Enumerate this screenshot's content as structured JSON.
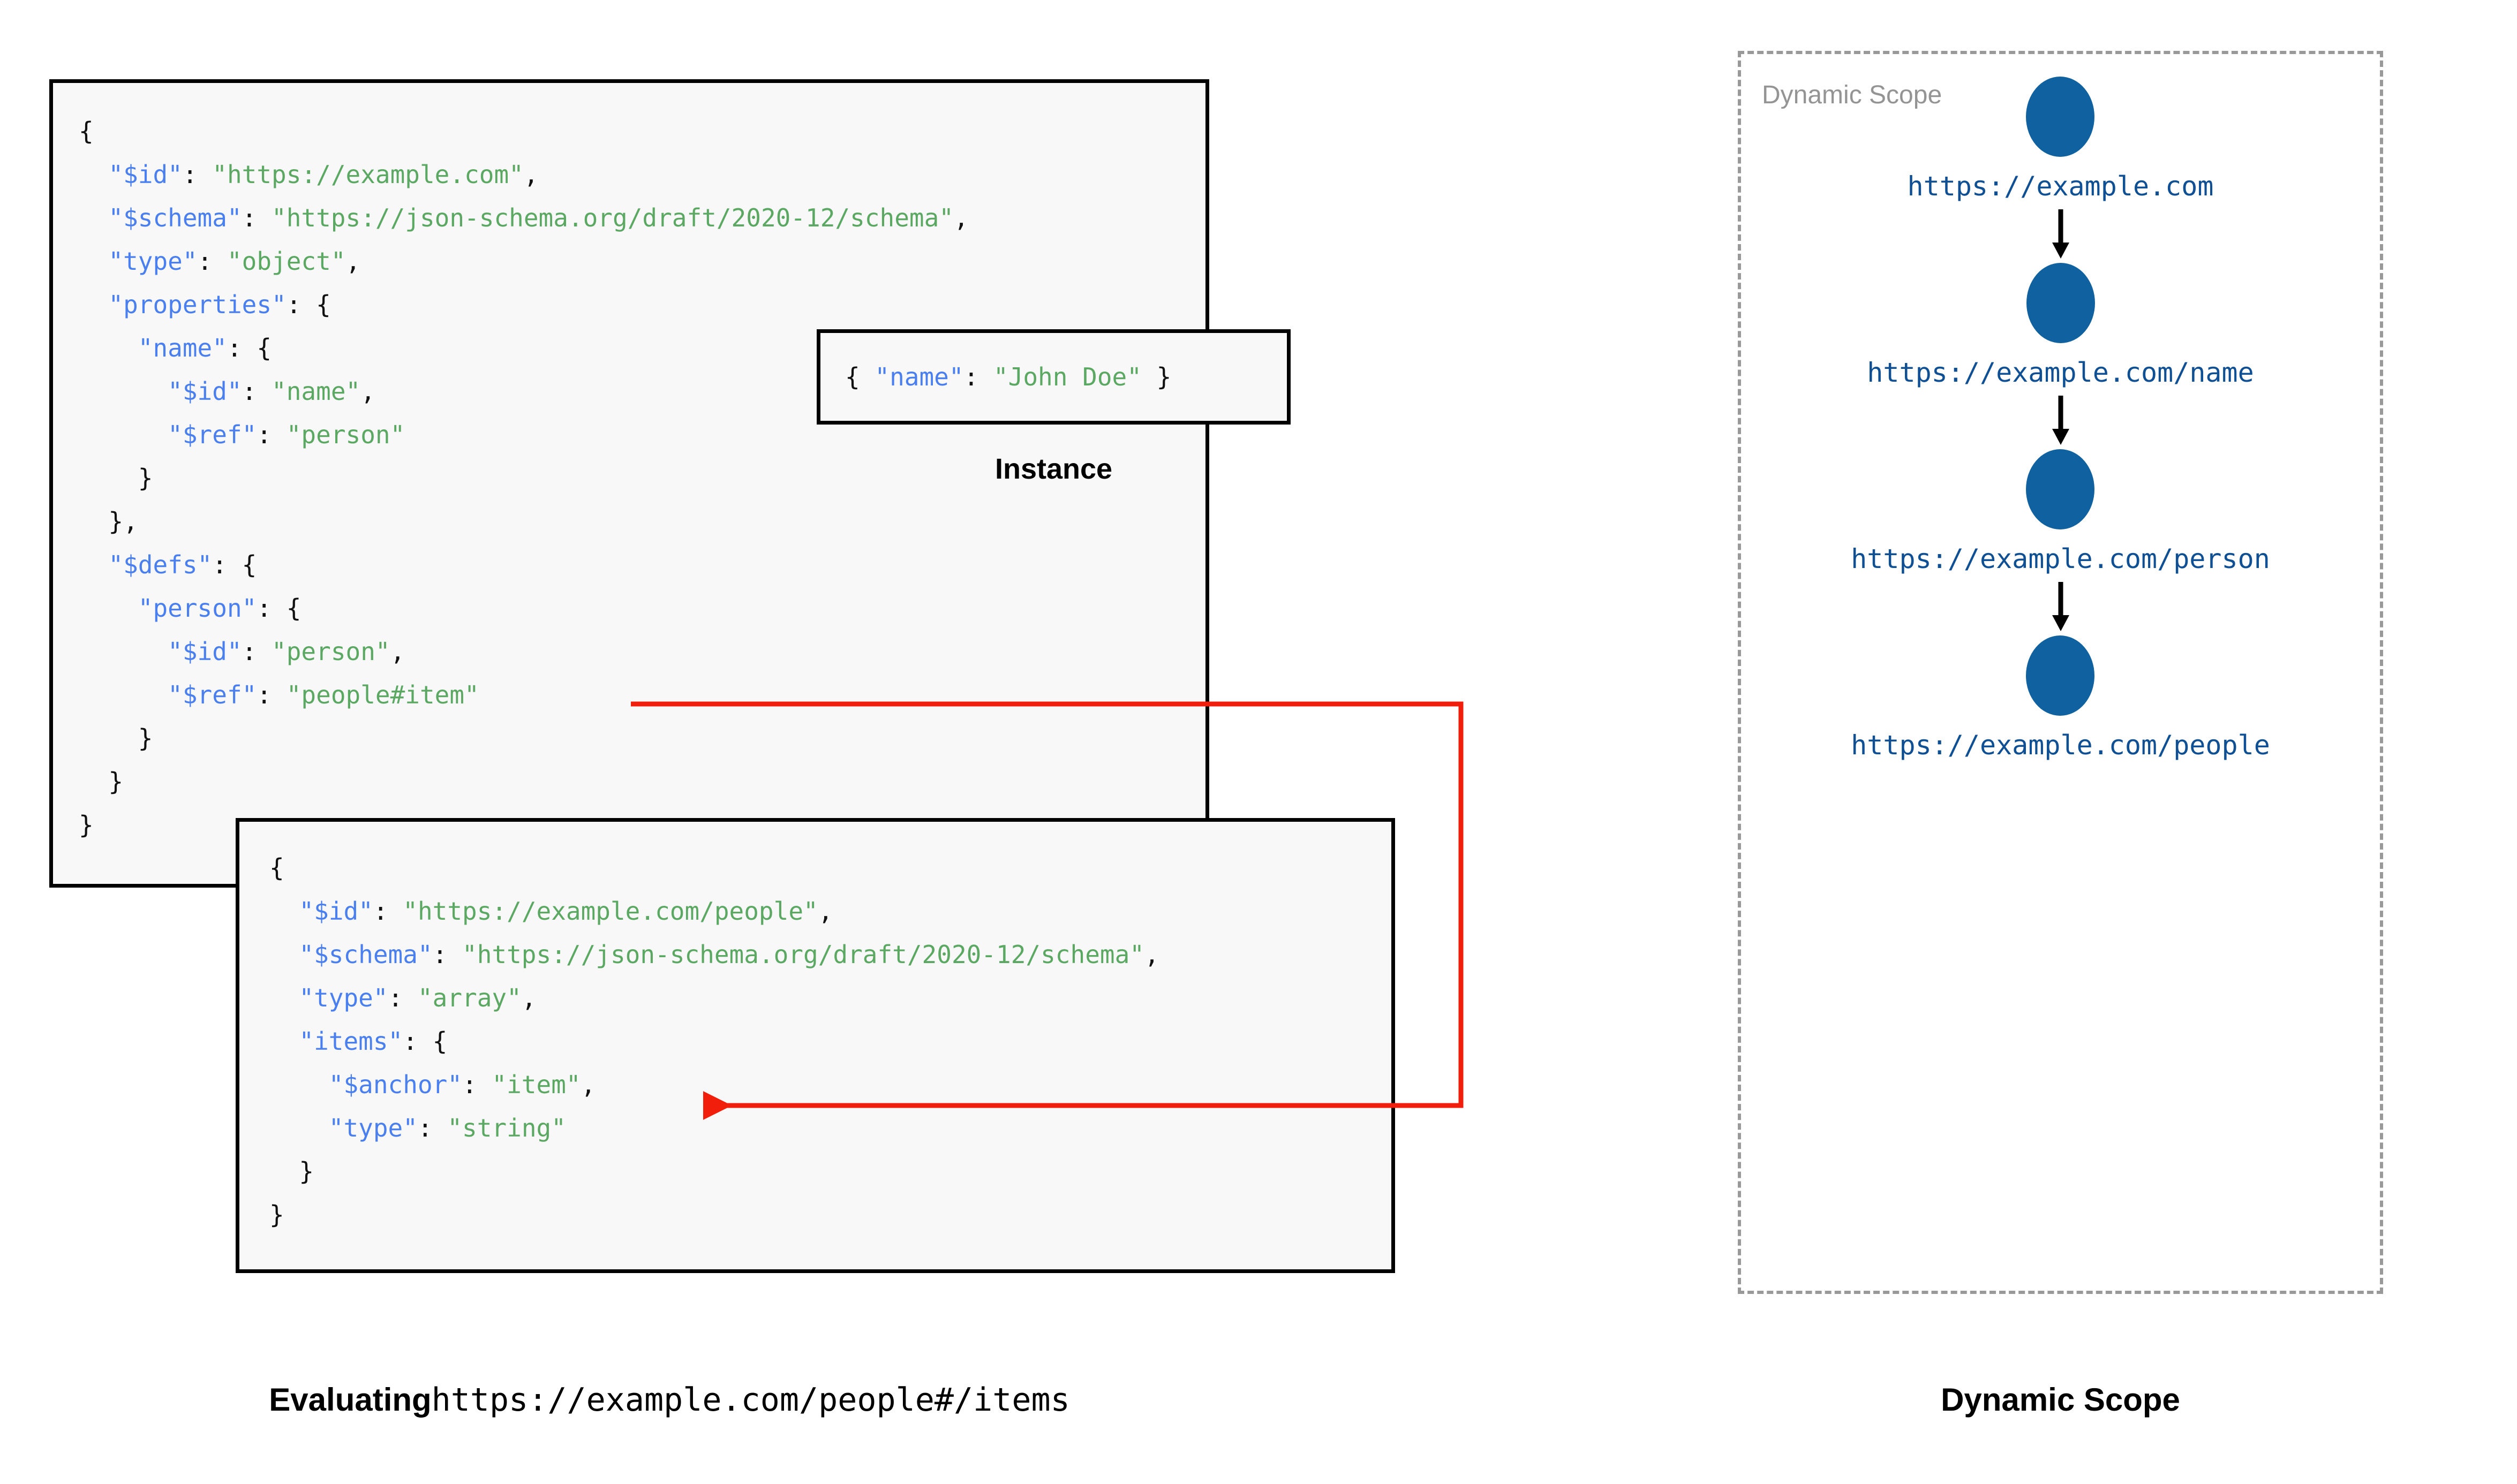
{
  "schema_panel": {
    "name": "root-schema",
    "lines": [
      [
        {
          "t": "{",
          "c": "p"
        }
      ],
      [
        {
          "t": "  ",
          "c": "p"
        },
        {
          "t": "\"$id\"",
          "c": "k"
        },
        {
          "t": ": ",
          "c": "p"
        },
        {
          "t": "\"https://example.com\"",
          "c": "v"
        },
        {
          "t": ",",
          "c": "p"
        }
      ],
      [
        {
          "t": "  ",
          "c": "p"
        },
        {
          "t": "\"$schema\"",
          "c": "k"
        },
        {
          "t": ": ",
          "c": "p"
        },
        {
          "t": "\"https://json-schema.org/draft/2020-12/schema\"",
          "c": "v"
        },
        {
          "t": ",",
          "c": "p"
        }
      ],
      [
        {
          "t": "  ",
          "c": "p"
        },
        {
          "t": "\"type\"",
          "c": "k"
        },
        {
          "t": ": ",
          "c": "p"
        },
        {
          "t": "\"object\"",
          "c": "v"
        },
        {
          "t": ",",
          "c": "p"
        }
      ],
      [
        {
          "t": "  ",
          "c": "p"
        },
        {
          "t": "\"properties\"",
          "c": "k"
        },
        {
          "t": ": {",
          "c": "p"
        }
      ],
      [
        {
          "t": "    ",
          "c": "p"
        },
        {
          "t": "\"name\"",
          "c": "k"
        },
        {
          "t": ": {",
          "c": "p"
        }
      ],
      [
        {
          "t": "      ",
          "c": "p"
        },
        {
          "t": "\"$id\"",
          "c": "k"
        },
        {
          "t": ": ",
          "c": "p"
        },
        {
          "t": "\"name\"",
          "c": "v"
        },
        {
          "t": ",",
          "c": "p"
        }
      ],
      [
        {
          "t": "      ",
          "c": "p"
        },
        {
          "t": "\"$ref\"",
          "c": "k"
        },
        {
          "t": ": ",
          "c": "p"
        },
        {
          "t": "\"person\"",
          "c": "v"
        }
      ],
      [
        {
          "t": "    }",
          "c": "p"
        }
      ],
      [
        {
          "t": "  },",
          "c": "p"
        }
      ],
      [
        {
          "t": "  ",
          "c": "p"
        },
        {
          "t": "\"$defs\"",
          "c": "k"
        },
        {
          "t": ": {",
          "c": "p"
        }
      ],
      [
        {
          "t": "    ",
          "c": "p"
        },
        {
          "t": "\"person\"",
          "c": "k"
        },
        {
          "t": ": {",
          "c": "p"
        }
      ],
      [
        {
          "t": "      ",
          "c": "p"
        },
        {
          "t": "\"$id\"",
          "c": "k"
        },
        {
          "t": ": ",
          "c": "p"
        },
        {
          "t": "\"person\"",
          "c": "v"
        },
        {
          "t": ",",
          "c": "p"
        }
      ],
      [
        {
          "t": "      ",
          "c": "p"
        },
        {
          "t": "\"$ref\"",
          "c": "k"
        },
        {
          "t": ": ",
          "c": "p"
        },
        {
          "t": "\"people#item\"",
          "c": "v"
        }
      ],
      [
        {
          "t": "    }",
          "c": "p"
        }
      ],
      [
        {
          "t": "  }",
          "c": "p"
        }
      ],
      [
        {
          "t": "}",
          "c": "p"
        }
      ]
    ]
  },
  "people_panel": {
    "name": "people-schema",
    "lines": [
      [
        {
          "t": "{",
          "c": "p"
        }
      ],
      [
        {
          "t": "  ",
          "c": "p"
        },
        {
          "t": "\"$id\"",
          "c": "k"
        },
        {
          "t": ": ",
          "c": "p"
        },
        {
          "t": "\"https://example.com/people\"",
          "c": "v"
        },
        {
          "t": ",",
          "c": "p"
        }
      ],
      [
        {
          "t": "  ",
          "c": "p"
        },
        {
          "t": "\"$schema\"",
          "c": "k"
        },
        {
          "t": ": ",
          "c": "p"
        },
        {
          "t": "\"https://json-schema.org/draft/2020-12/schema\"",
          "c": "v"
        },
        {
          "t": ",",
          "c": "p"
        }
      ],
      [
        {
          "t": "  ",
          "c": "p"
        },
        {
          "t": "\"type\"",
          "c": "k"
        },
        {
          "t": ": ",
          "c": "p"
        },
        {
          "t": "\"array\"",
          "c": "v"
        },
        {
          "t": ",",
          "c": "p"
        }
      ],
      [
        {
          "t": "  ",
          "c": "p"
        },
        {
          "t": "\"items\"",
          "c": "k"
        },
        {
          "t": ": {",
          "c": "p"
        }
      ],
      [
        {
          "t": "    ",
          "c": "p"
        },
        {
          "t": "\"$anchor\"",
          "c": "k"
        },
        {
          "t": ": ",
          "c": "p"
        },
        {
          "t": "\"item\"",
          "c": "v"
        },
        {
          "t": ",",
          "c": "p"
        }
      ],
      [
        {
          "t": "    ",
          "c": "p"
        },
        {
          "t": "\"type\"",
          "c": "k"
        },
        {
          "t": ": ",
          "c": "p"
        },
        {
          "t": "\"string\"",
          "c": "v"
        }
      ],
      [
        {
          "t": "  }",
          "c": "p"
        }
      ],
      [
        {
          "t": "}",
          "c": "p"
        }
      ]
    ]
  },
  "instance_panel": {
    "caption": "Instance",
    "lines": [
      [
        {
          "t": "{ ",
          "c": "p"
        },
        {
          "t": "\"name\"",
          "c": "k"
        },
        {
          "t": ": ",
          "c": "p"
        },
        {
          "t": "\"John Doe\"",
          "c": "v"
        },
        {
          "t": " }",
          "c": "p"
        }
      ]
    ]
  },
  "dynamic_scope": {
    "inner_title": "Dynamic Scope",
    "caption": "Dynamic Scope",
    "nodes": [
      {
        "label": "https://example.com"
      },
      {
        "label": "https://example.com/name"
      },
      {
        "label": "https://example.com/person"
      },
      {
        "label": "https://example.com/people"
      }
    ]
  },
  "evaluating_caption": {
    "lead": "Evaluating",
    "url": "https://example.com/people#/items"
  },
  "colors": {
    "json_key": "#4a7ff0",
    "json_value": "#5ba863",
    "json_punct": "#111111",
    "panel_background": "#f8f8f8",
    "panel_border": "#000000",
    "ref_arrow": "#f01e0a",
    "scope_circle": "#0f619f",
    "scope_label": "#0f4f94",
    "scope_border": "#999999",
    "scope_title": "#949494"
  }
}
